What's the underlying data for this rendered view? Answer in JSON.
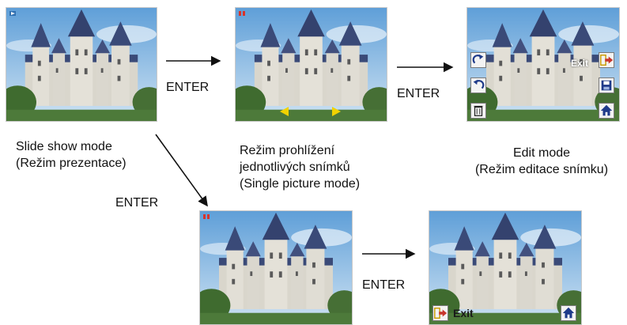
{
  "labels": {
    "slideshow_line1": "Slide show mode",
    "slideshow_line2": "(Režim prezentace)",
    "single_line1": "Režim prohlížení",
    "single_line2": "jednotlivých snímků",
    "single_line3": "(Single picture mode)",
    "edit_line1": "Edit mode",
    "edit_line2": "(Režim editace snímku)"
  },
  "transitions": {
    "enter_1": "ENTER",
    "enter_2": "ENTER",
    "enter_3": "ENTER",
    "enter_4": "ENTER"
  },
  "screens": {
    "edit": {
      "exit_label": "Exit",
      "icons": [
        "rotate-right-icon",
        "rotate-left-icon",
        "trash-icon",
        "exit-icon",
        "save-icon",
        "home-icon"
      ]
    },
    "exit_screen": {
      "exit_label": "Exit",
      "icons": [
        "exit-icon",
        "home-icon"
      ]
    }
  },
  "colors": {
    "sky": "#8dbbe3",
    "castle": "#d9d6cc",
    "roof": "#3a4a78",
    "foliage": "#3f6b2f",
    "nav_arrow": "#f1d200",
    "exit_arrow": "#c8362c",
    "play_badge": "#2f6fb0",
    "pause_badge": "#d8342b"
  }
}
